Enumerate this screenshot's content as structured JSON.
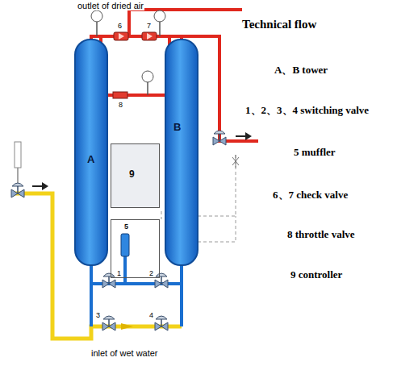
{
  "diagram": {
    "title": "Technical flow",
    "nodes": [
      {
        "text": [
          "A"
        ]
      },
      {
        "text": [
          "9"
        ]
      },
      {
        "text": [
          "5"
        ]
      },
      {
        "text": [
          "B"
        ]
      }
    ],
    "edges": [
      {
        "from": 0,
        "to": 3,
        "arrow": "none"
      },
      {
        "from": 0,
        "to": 3,
        "arrow": "none"
      }
    ],
    "labels": [
      "outlet of dried air",
      "6",
      "7",
      "8",
      "1",
      "2",
      "3",
      "4",
      "inlet of wet water",
      "A、B tower",
      "1、2、3、4 switching valve",
      "5 muffler",
      "6、7 check valve",
      "8 throttle valve",
      "9 controller"
    ]
  }
}
